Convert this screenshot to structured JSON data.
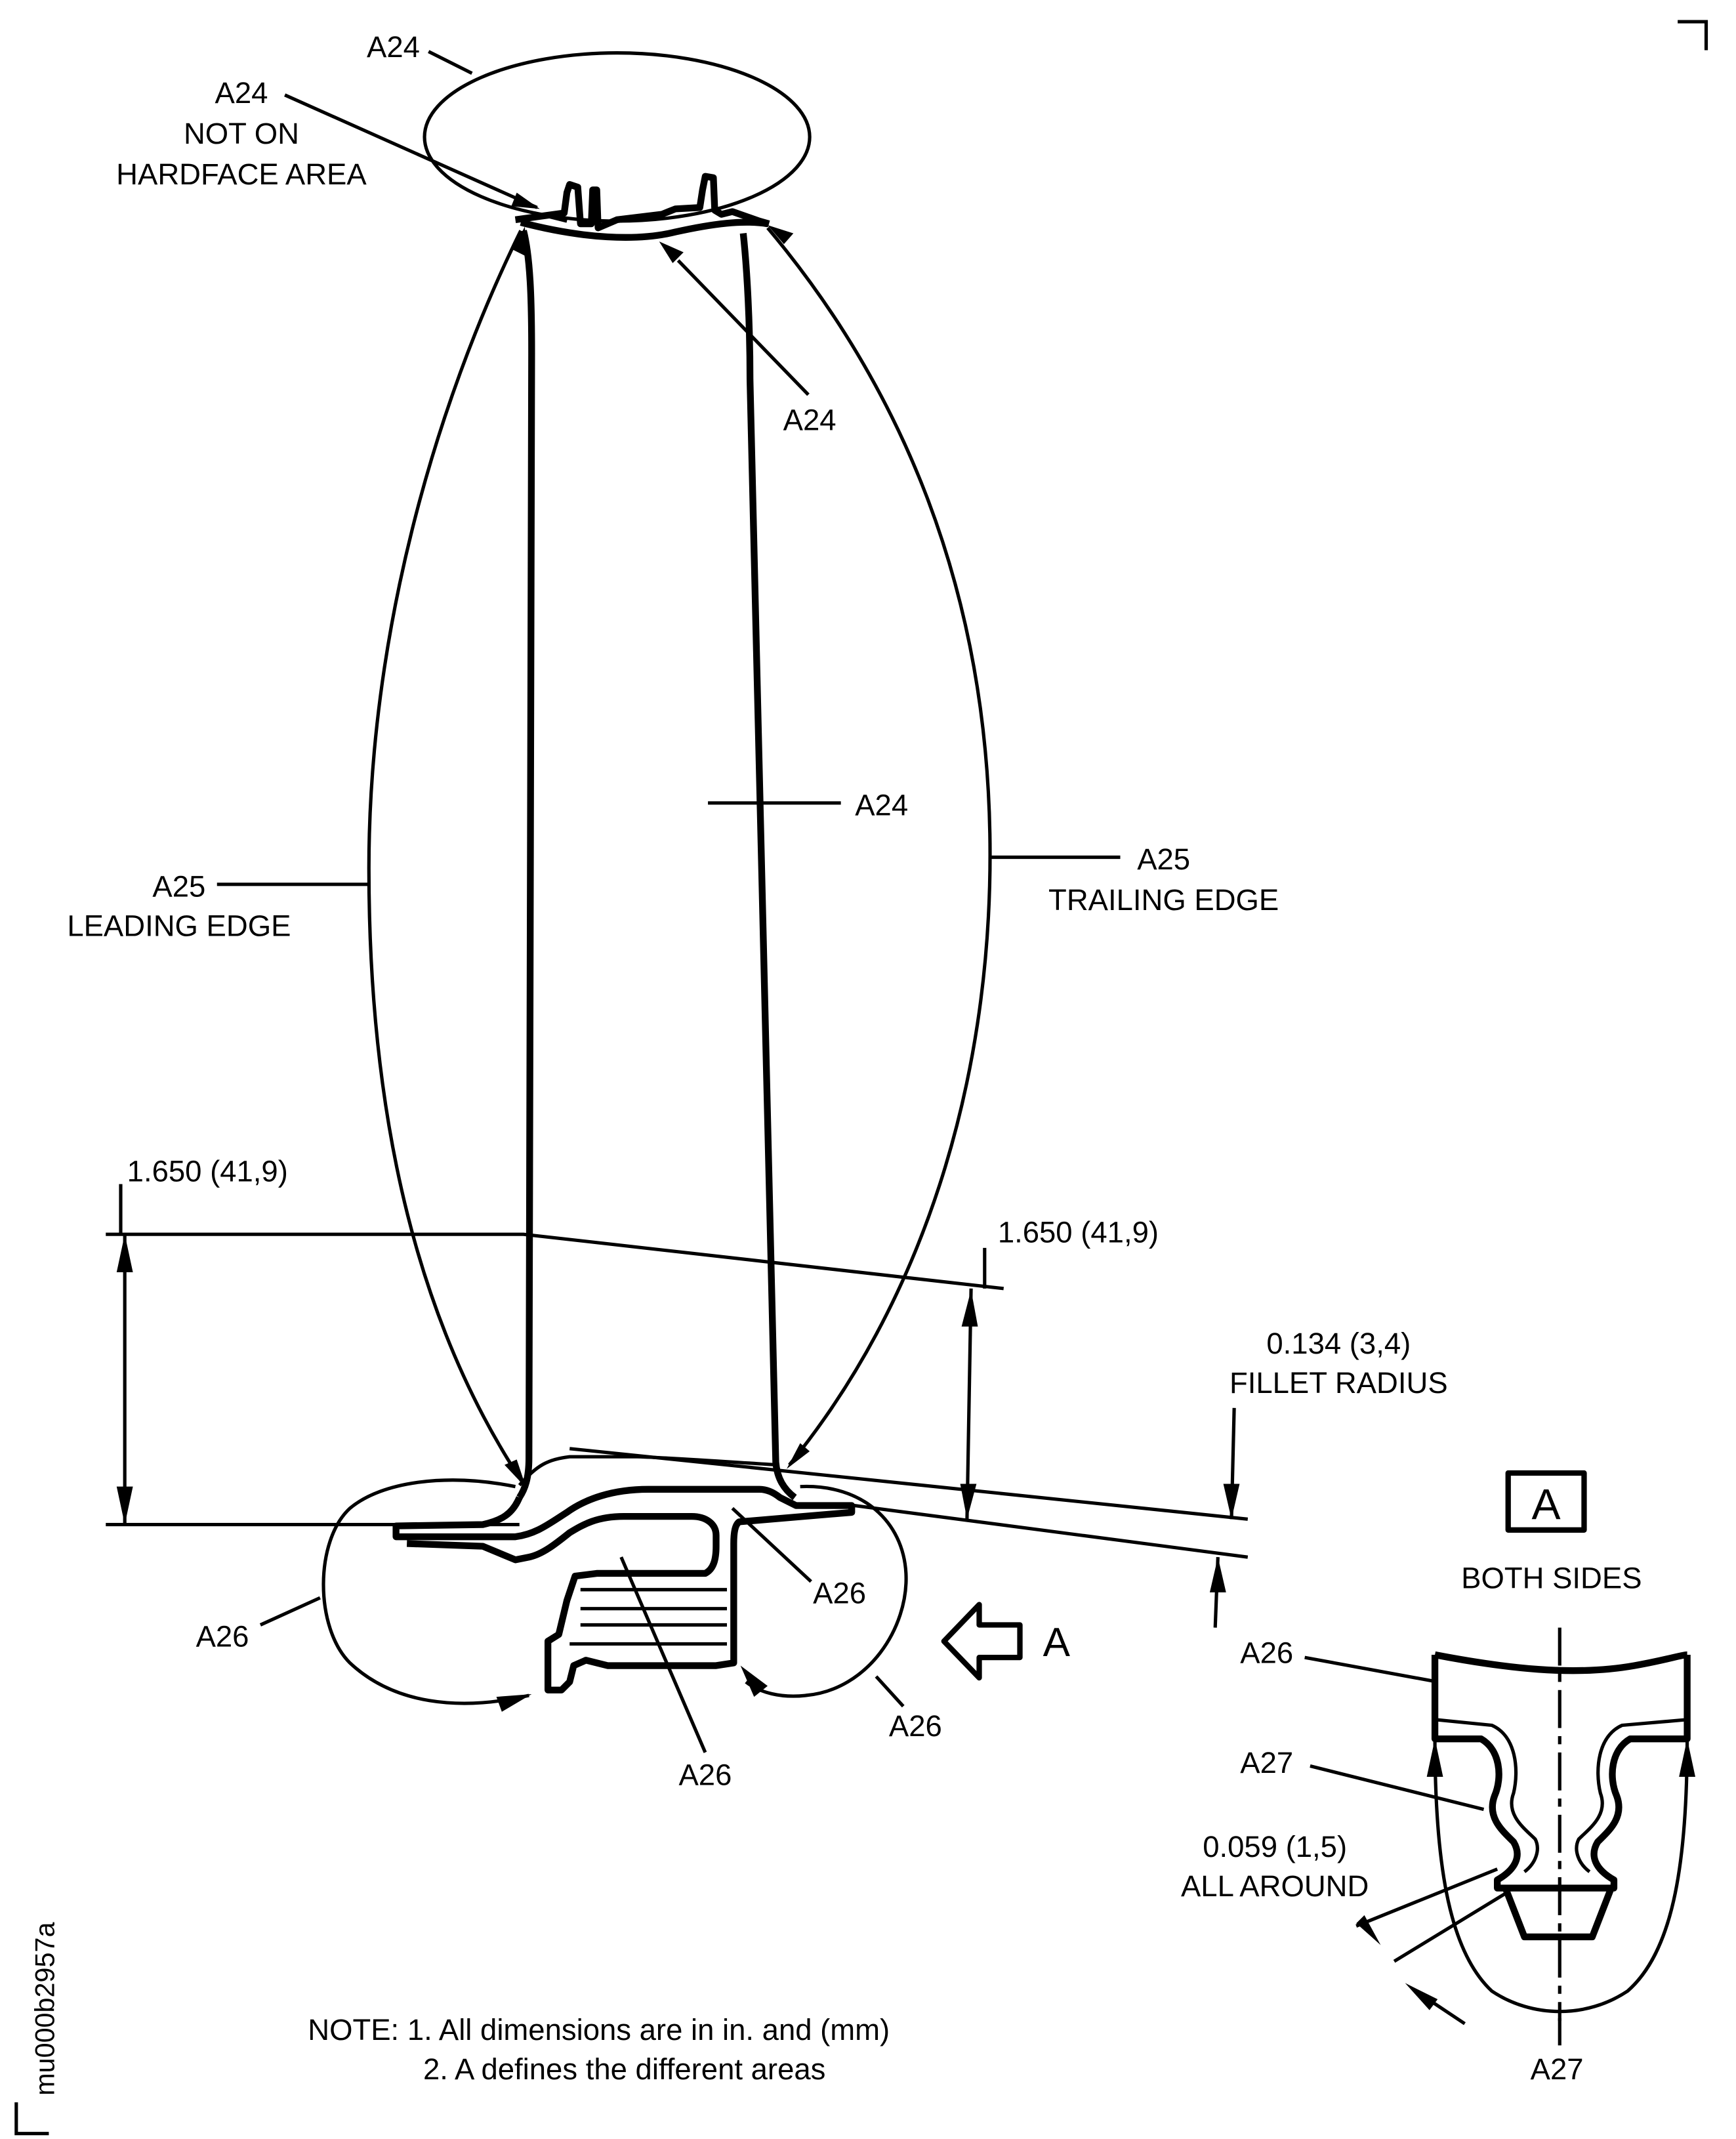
{
  "labels": {
    "a24_top": "A24",
    "a24_hard_1": "A24",
    "a24_hard_2": "NOT ON",
    "a24_hard_3": "HARDFACE AREA",
    "a24_under_shroud": "A24",
    "a24_airfoil": "A24",
    "a25_le_1": "A25",
    "a25_le_2": "LEADING EDGE",
    "a25_te_1": "A25",
    "a25_te_2": "TRAILING EDGE",
    "dim_left": "1.650 (41,9)",
    "dim_right": "1.650 (41,9)",
    "fillet_1": "0.134 (3,4)",
    "fillet_2": "FILLET RADIUS",
    "view_letter": "A",
    "view_box_letter": "A",
    "both_sides": "BOTH SIDES",
    "a26_left": "A26",
    "a26_center": "A26",
    "a26_platform": "A26",
    "a26_right": "A26",
    "a26_detail": "A26",
    "a27_detail": "A27",
    "a27_bottom": "A27",
    "allaround_1": "0.059 (1,5)",
    "allaround_2": "ALL AROUND",
    "note_1": "NOTE: 1. All dimensions are in in. and (mm)",
    "note_2": "2. A defines the different areas",
    "drawing_id": "mu000b2957a"
  }
}
